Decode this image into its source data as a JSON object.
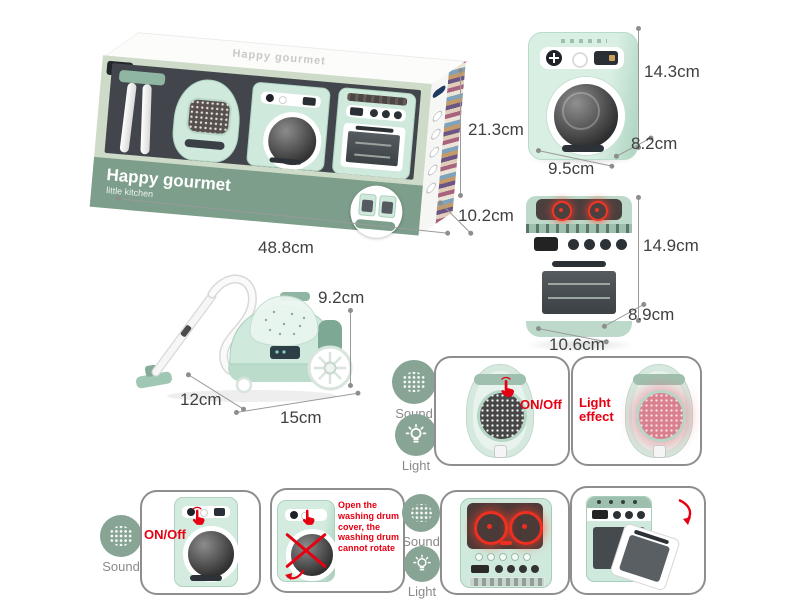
{
  "box": {
    "top_text": "Happy gourmet",
    "title": "Happy gourmet",
    "subtitle": "little kitchen"
  },
  "dims": {
    "box": {
      "width": "48.8cm",
      "height": "21.3cm",
      "depth": "10.2cm"
    },
    "washer": {
      "width": "9.5cm",
      "height": "14.3cm",
      "depth": "8.2cm"
    },
    "oven": {
      "width": "10.6cm",
      "height": "14.9cm",
      "depth": "8.9cm"
    },
    "vacuum": {
      "width": "15cm",
      "height": "9.2cm",
      "depth": "12cm"
    }
  },
  "features": {
    "sound_label": "Sound",
    "light_label": "Light",
    "on_off_label": "ON/Off",
    "light_effect_label": "Light effect",
    "washer_warning": "Open the washing drum cover, the washing drum cannot rotate"
  },
  "colors": {
    "box_green": "#7c9e8a",
    "box_pale_green": "#cddbc8",
    "appliance_mint": "#cfe9dc",
    "interior_dark": "#42464c",
    "accent_red": "#e60012",
    "icon_circle_green": "#87a495",
    "dimension_text": "#404040"
  }
}
